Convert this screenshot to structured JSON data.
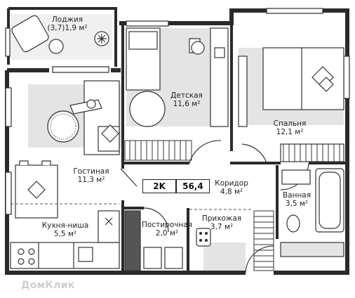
{
  "apartment": {
    "rooms": "2K",
    "area": "56,4"
  },
  "rooms": [
    {
      "id": "loggia",
      "name": "Лоджия",
      "area": "(3,7)1,9 м²"
    },
    {
      "id": "kids",
      "name": "Детская",
      "area": "11,6 м²"
    },
    {
      "id": "bedroom",
      "name": "Спальня",
      "area": "12,1 м²"
    },
    {
      "id": "living",
      "name": "Гостиная",
      "area": "11,3 м²"
    },
    {
      "id": "corridor",
      "name": "Коридор",
      "area": "4,8 м²"
    },
    {
      "id": "bathroom",
      "name": "Ванная",
      "area": "3,5 м²"
    },
    {
      "id": "kitchen",
      "name": "Кухня-ниша",
      "area": "5,5 м²"
    },
    {
      "id": "laundry",
      "name": "Постирочная",
      "area": "2,0 м²"
    },
    {
      "id": "hall",
      "name": "Прихожая",
      "area": "3,7 м²"
    }
  ],
  "watermark": "ДомКлик",
  "colors": {
    "wall": "#2a2a2a",
    "floor_shade": "#e4e4e4",
    "furniture": "#333333"
  }
}
